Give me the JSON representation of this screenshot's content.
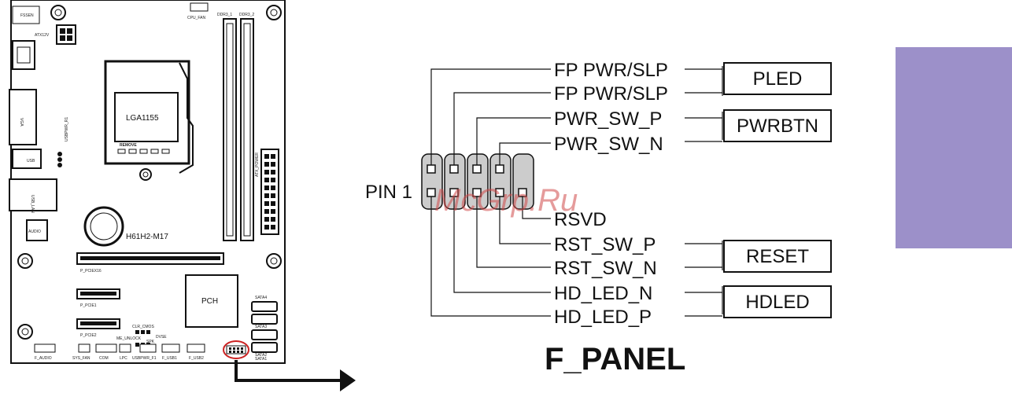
{
  "connector": {
    "title": "F_PANEL",
    "pin1_label": "PIN 1",
    "top_pins": [
      "FP PWR/SLP",
      "FP PWR/SLP",
      "PWR_SW_P",
      "PWR_SW_N"
    ],
    "bottom_pins": [
      "RSVD",
      "RST_SW_P",
      "RST_SW_N",
      "HD_LED_N",
      "HD_LED_P"
    ],
    "groups": [
      "PLED",
      "PWRBTN",
      "RESET",
      "HDLED"
    ]
  },
  "motherboard": {
    "socket_label": "LGA1155",
    "remove_label": "REMOVE",
    "model_label": "H61H2-M17",
    "pch_label": "PCH",
    "small_labels": [
      "FSSEN",
      "ATX12V",
      "CPU_FAN",
      "DDR3_1",
      "DDR3_2",
      "VGA",
      "USB",
      "USBPWR_R1",
      "USB_LAN",
      "AUDIO",
      "ATX_POWER",
      "P_PCIEX16",
      "P_PCIE1",
      "P_PCIE2",
      "CLR_CMOS",
      "ME_UNLOCK",
      "SATA4",
      "SATA3",
      "SATA2",
      "SATA1",
      "F_AUDIO",
      "SYS_FAN",
      "COM",
      "F_USB1",
      "F_USB2",
      "DVSE",
      "SPK",
      "LPC",
      "USBPWR_F1"
    ]
  },
  "watermark": "McGrp.Ru",
  "colors": {
    "line": "#111111",
    "pin_fill": "#cccccc",
    "side_tab": "#9c90c9",
    "highlight": "#cc2222",
    "watermark": "#d04a4a"
  }
}
